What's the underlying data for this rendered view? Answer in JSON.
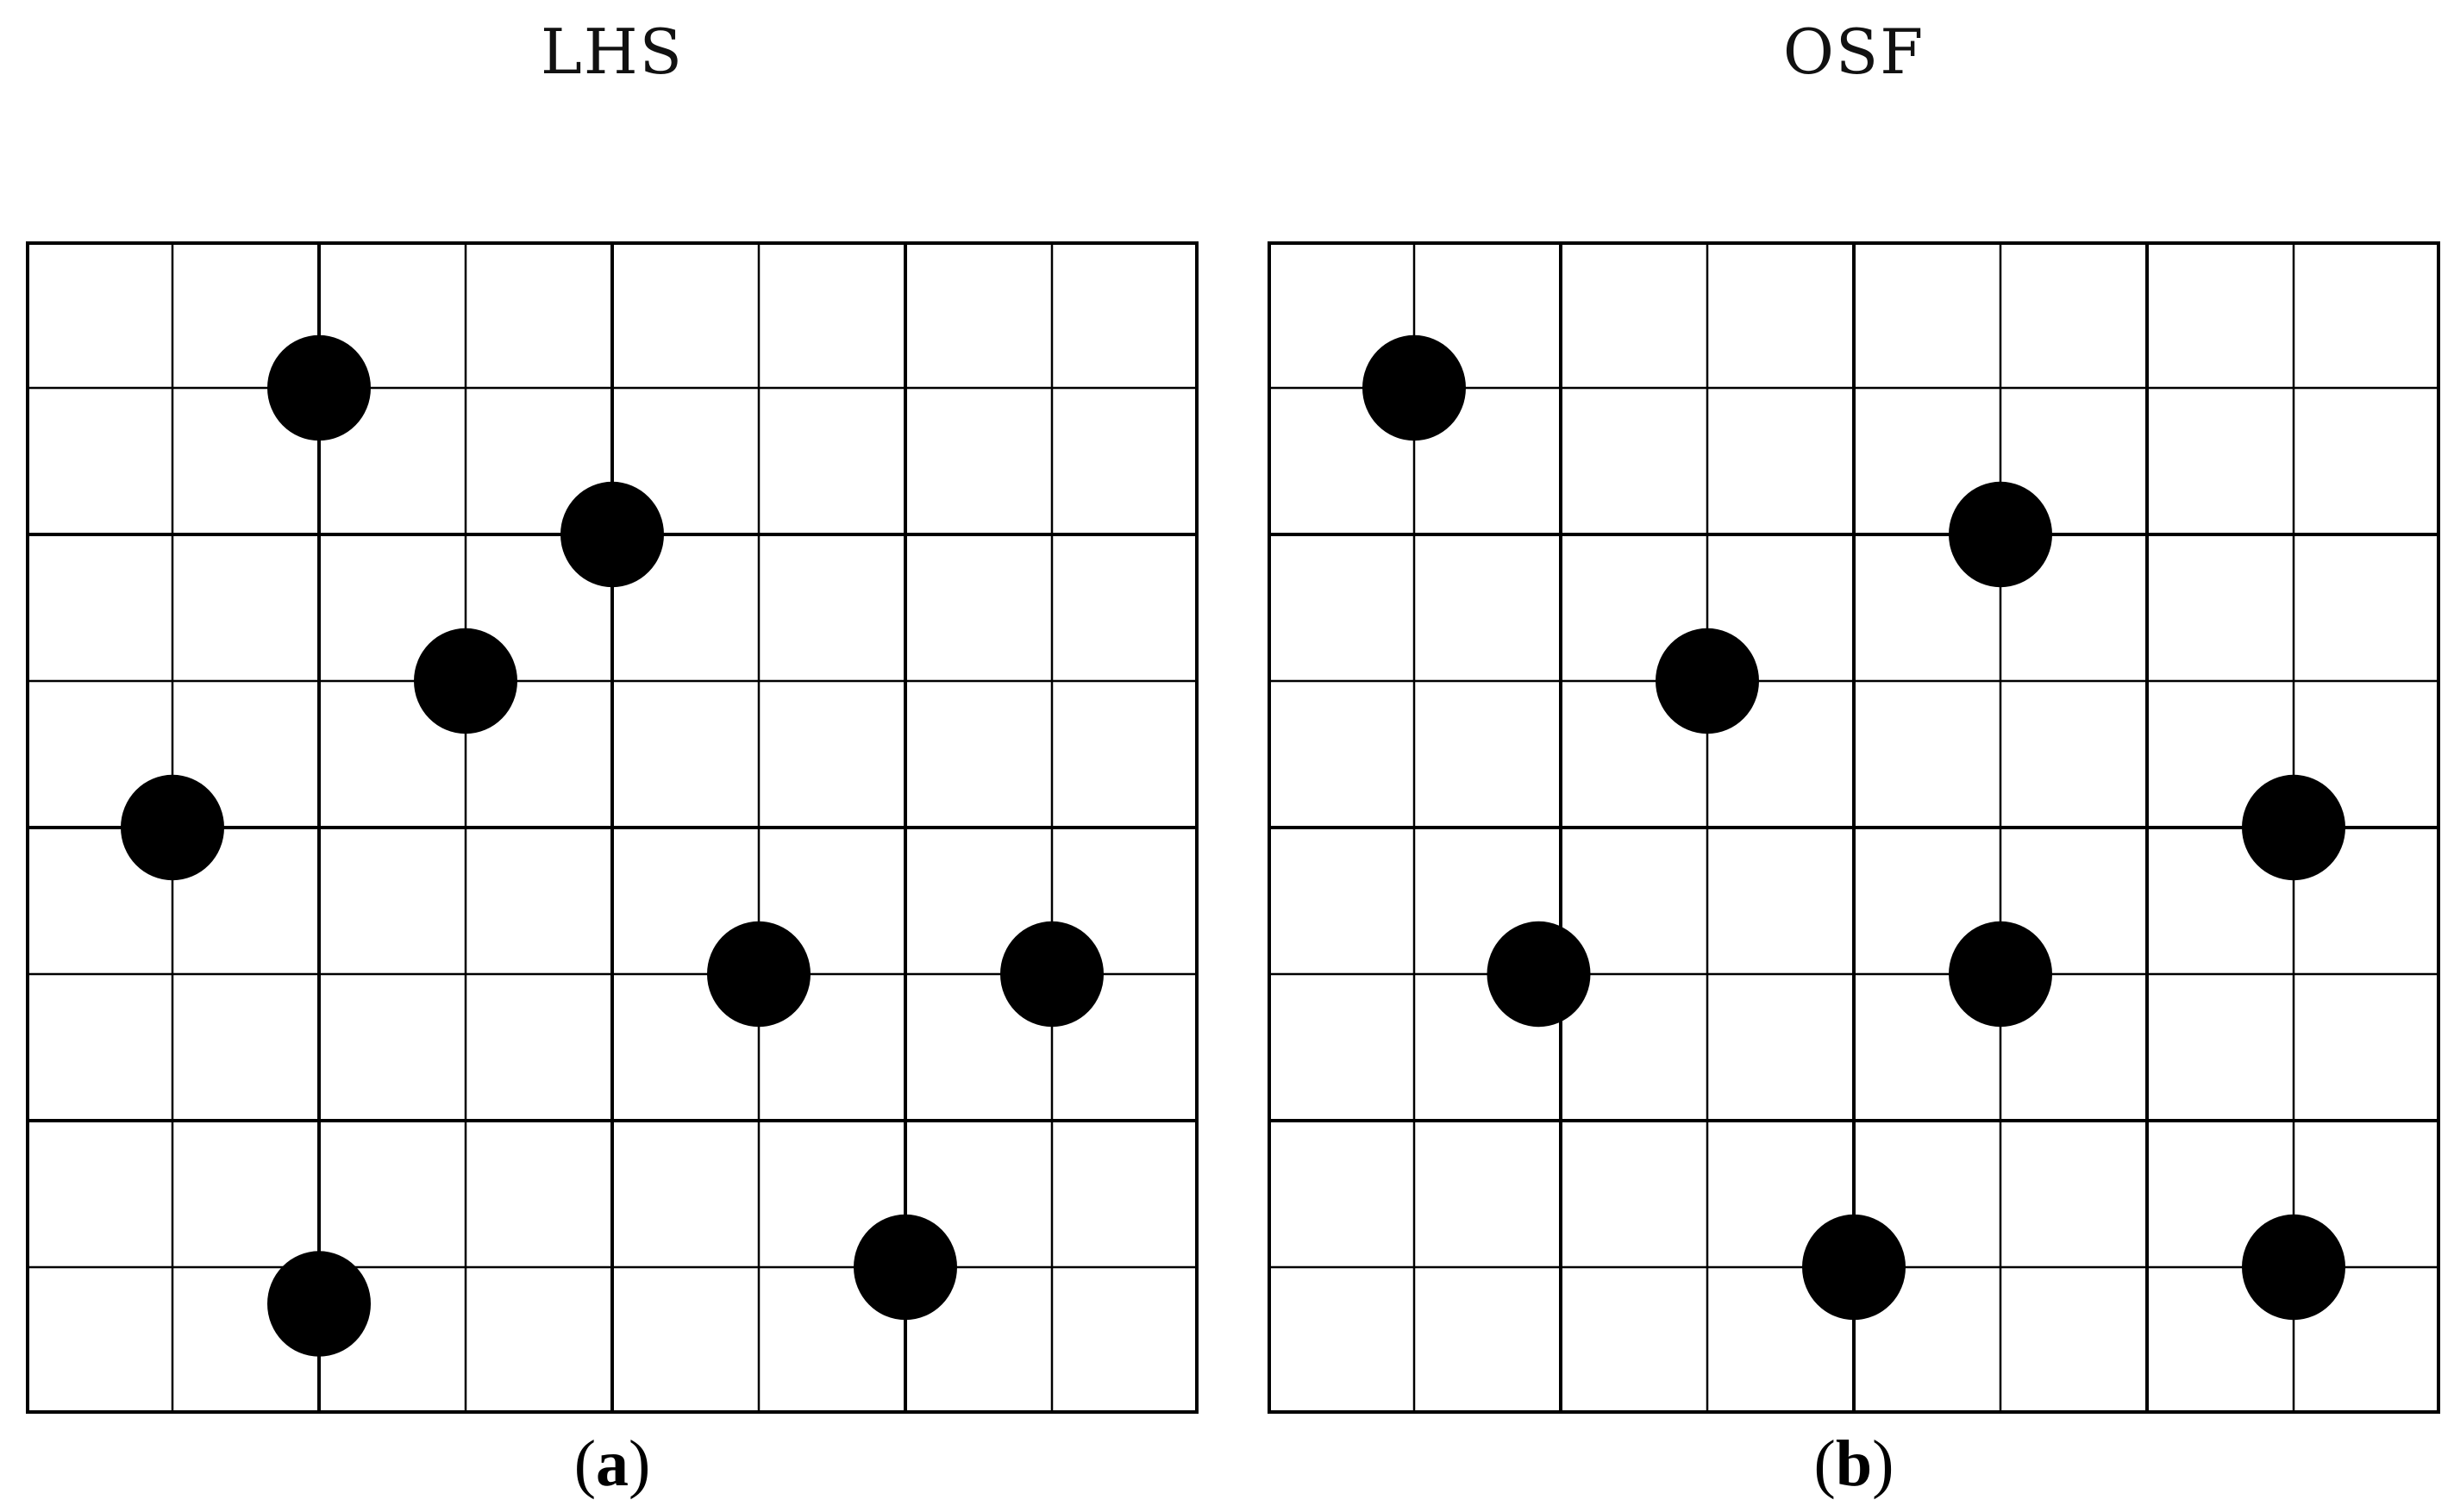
{
  "panels": [
    {
      "id": "a",
      "title": "LHS",
      "caption_letter": "a",
      "grid_size": 8,
      "points": [
        {
          "col": 2,
          "row": 1
        },
        {
          "col": 4,
          "row": 2
        },
        {
          "col": 3,
          "row": 3
        },
        {
          "col": 1,
          "row": 4
        },
        {
          "col": 5,
          "row": 5
        },
        {
          "col": 7,
          "row": 5
        },
        {
          "col": 6,
          "row": 7
        },
        {
          "col": 2,
          "row": 7.25
        }
      ]
    },
    {
      "id": "b",
      "title": "OSF",
      "caption_letter": "b",
      "grid_size": 8,
      "points": [
        {
          "col": 1,
          "row": 1
        },
        {
          "col": 5,
          "row": 2
        },
        {
          "col": 3,
          "row": 3
        },
        {
          "col": 7,
          "row": 4
        },
        {
          "col": 1.85,
          "row": 5
        },
        {
          "col": 5,
          "row": 5
        },
        {
          "col": 4,
          "row": 7
        },
        {
          "col": 7,
          "row": 7
        }
      ]
    }
  ],
  "caption_parens": {
    "open": "(",
    "close": ")"
  },
  "colors": {
    "grid_line": "#000000",
    "point_fill": "#000000",
    "background": "#ffffff"
  }
}
